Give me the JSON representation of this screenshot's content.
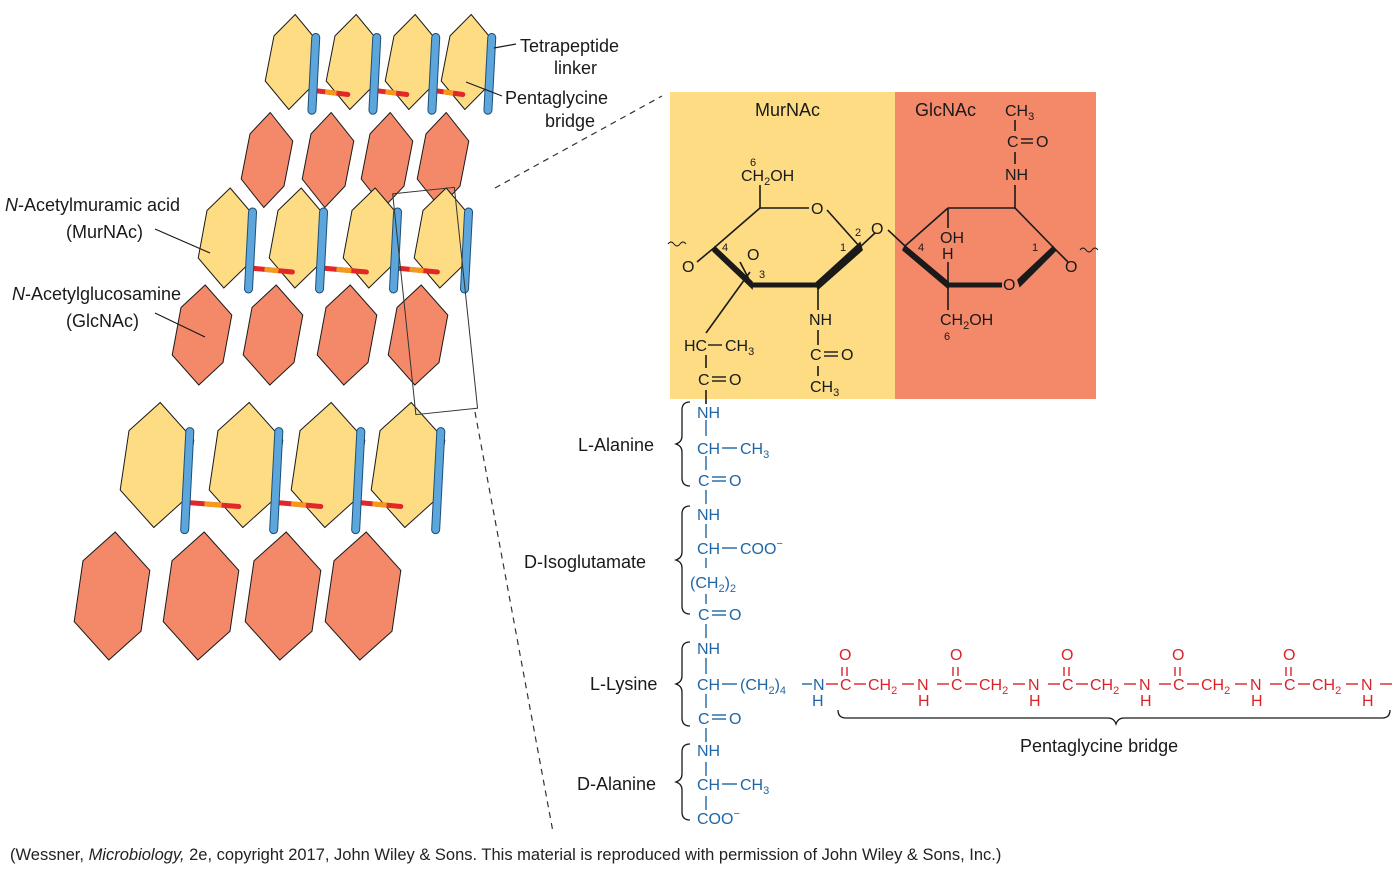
{
  "colors": {
    "murnac_fill": "#fddc84",
    "glcnac_fill": "#f4896a",
    "linker_blue": "#5ca6dc",
    "bridge_orange": "#f39a1d",
    "bridge_red": "#e2262a",
    "peptide_blue": "#1f66a6",
    "pentaglycine_red": "#d9252a"
  },
  "labels": {
    "tetrapeptide_line1": "Tetrapeptide",
    "tetrapeptide_line2": "linker",
    "pentaglycine_line1": "Pentaglycine",
    "pentaglycine_line2": "bridge",
    "murnac_italic": "N",
    "murnac_rest": "-Acetylmuramic acid",
    "murnac_abbr": "(MurNAc)",
    "glcnac_italic": "N",
    "glcnac_rest": "-Acetylglucosamine",
    "glcnac_abbr": "(GlcNAc)"
  },
  "structure": {
    "murnac_header": "MurNAc",
    "glcnac_header": "GlcNAc",
    "residues": {
      "l_alanine": "L-Alanine",
      "d_isoglutamate": "D-Isoglutamate",
      "l_lysine": "L-Lysine",
      "d_alanine": "D-Alanine"
    },
    "pentaglycine_bridge": "Pentaglycine bridge"
  },
  "caption": {
    "prefix": "(Wessner, ",
    "book": "Microbiology,",
    "suffix": " 2e, copyright 2017, John Wiley & Sons. This material is reproduced with permission of John Wiley & Sons, Inc.)"
  }
}
